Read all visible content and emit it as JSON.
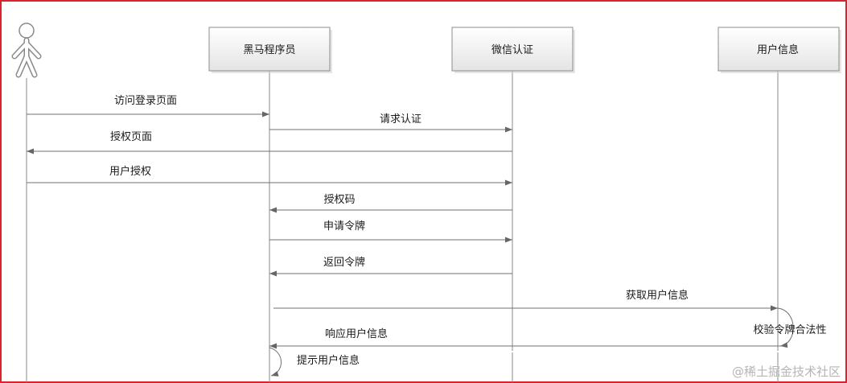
{
  "participants": [
    {
      "label": "黑马程序员"
    },
    {
      "label": "微信认证"
    },
    {
      "label": "用户信息"
    }
  ],
  "messages": [
    {
      "label": "访问登录页面"
    },
    {
      "label": "请求认证"
    },
    {
      "label": "授权页面"
    },
    {
      "label": "用户授权"
    },
    {
      "label": "授权码"
    },
    {
      "label": "申请令牌"
    },
    {
      "label": "返回令牌"
    },
    {
      "label": "获取用户信息"
    },
    {
      "label": "校验令牌合法性"
    },
    {
      "label": "响应用户信息"
    },
    {
      "label": "提示用户信息"
    }
  ],
  "watermark": "@稀土掘金技术社区",
  "colors": {
    "frame_border": "#d9232d",
    "message_line": "#707070",
    "box_border": "#8c8c8c"
  }
}
